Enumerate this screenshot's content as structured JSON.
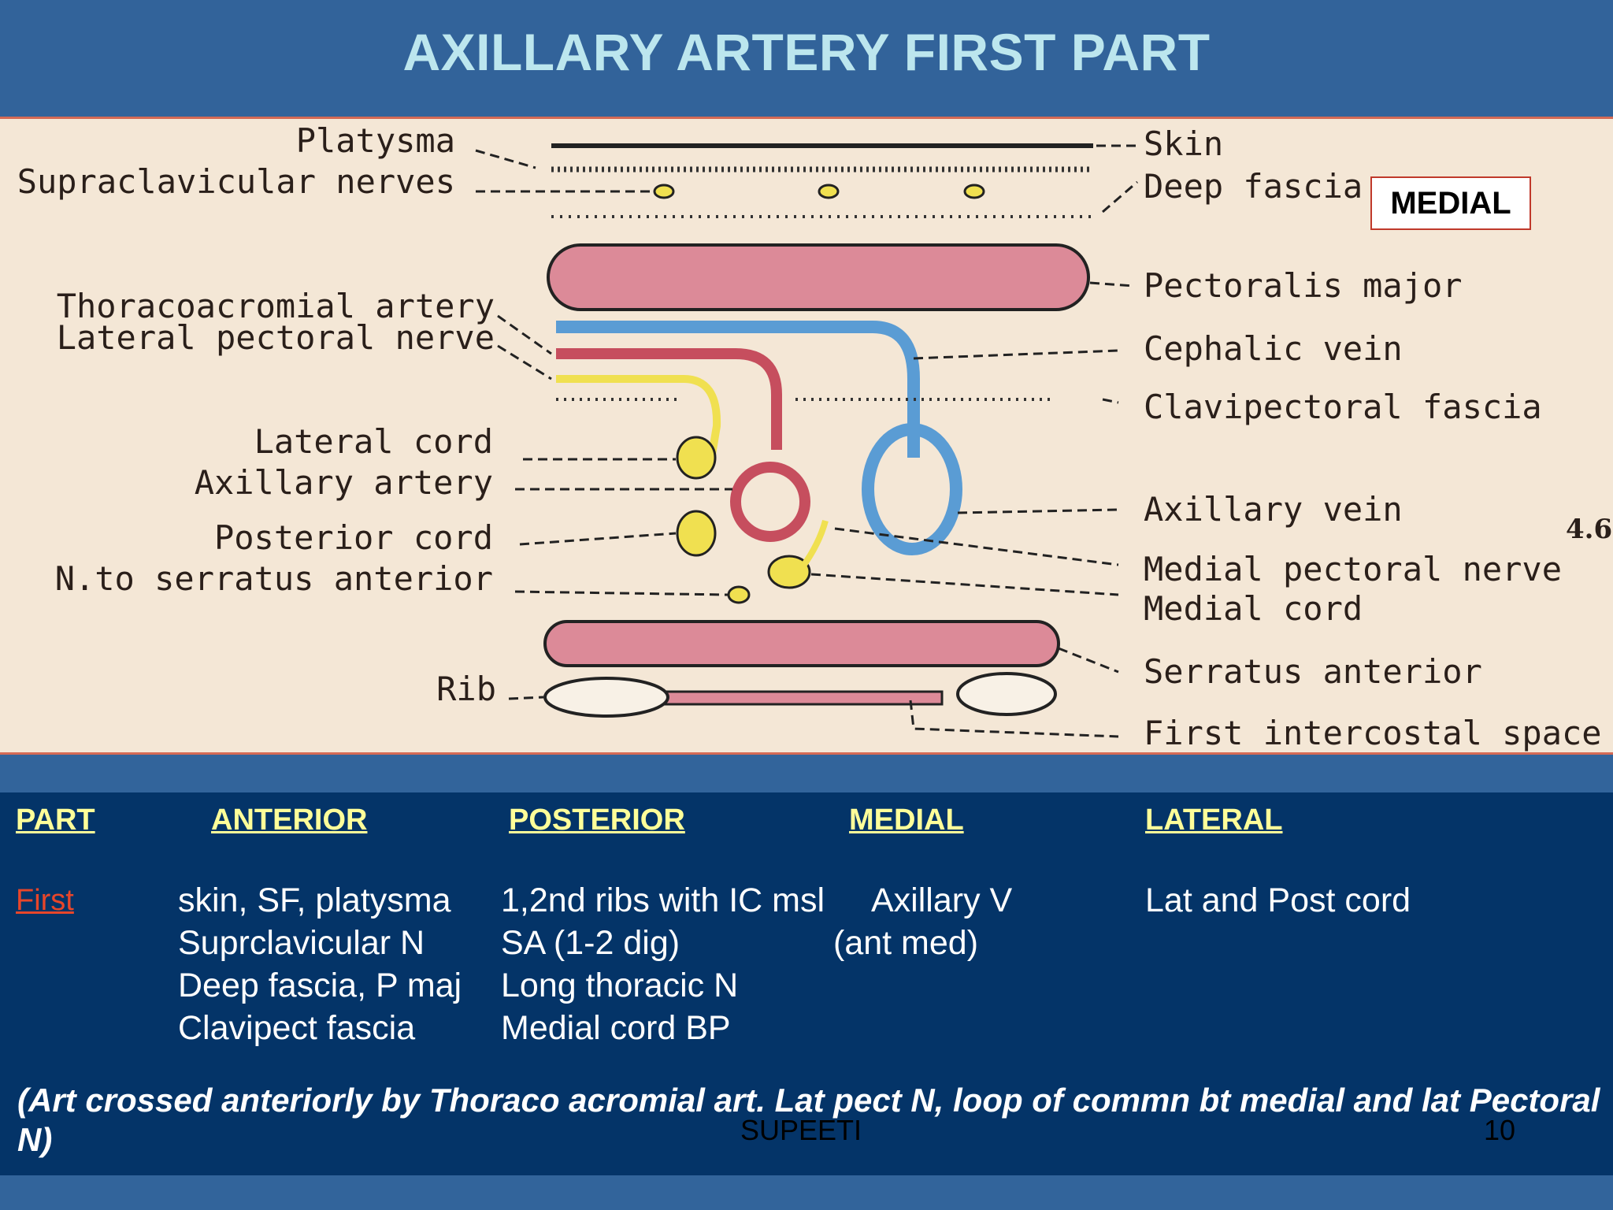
{
  "title": "AXILLARY ARTERY FIRST PART",
  "figure": {
    "left_labels": [
      "Platysma",
      "Supraclavicular nerves",
      "Thoracoacromial artery",
      "Lateral pectoral nerve",
      "Lateral cord",
      "Axillary artery",
      "Posterior cord",
      "N.to serratus anterior",
      "Rib"
    ],
    "right_labels": [
      "Skin",
      "Deep fascia",
      "Pectoralis major",
      "Cephalic vein",
      "Clavipectoral fascia",
      "Axillary vein",
      "Medial pectoral nerve",
      "Medial cord",
      "Serratus anterior",
      "First intercostal space"
    ],
    "figure_number": "4.6",
    "badge": "MEDIAL",
    "colors": {
      "muscle": "#dc8a98",
      "artery": "#c64e5e",
      "vein": "#5a9cd4",
      "nerve": "#f0e050",
      "background": "#f4e7d6"
    }
  },
  "table": {
    "headers": [
      "PART",
      "ANTERIOR",
      "POSTERIOR",
      "MEDIAL",
      "LATERAL"
    ],
    "rows": [
      {
        "part": "First",
        "anterior": "skin, SF, platysma\nSuprclavicular N\nDeep fascia, P maj\nClavipect fascia",
        "posterior": "1,2nd ribs with IC msl\nSA (1-2 dig)\nLong thoracic N\nMedial cord BP",
        "medial_line1": "Axillary V",
        "medial_line2": "(ant med)",
        "lateral": "Lat and Post cord"
      }
    ],
    "note": "(Art crossed anteriorly by Thoraco acromial art. Lat pect N, loop of commn bt medial and lat Pectoral N)"
  },
  "footer": {
    "author": "SUPEETI",
    "page": "10"
  }
}
